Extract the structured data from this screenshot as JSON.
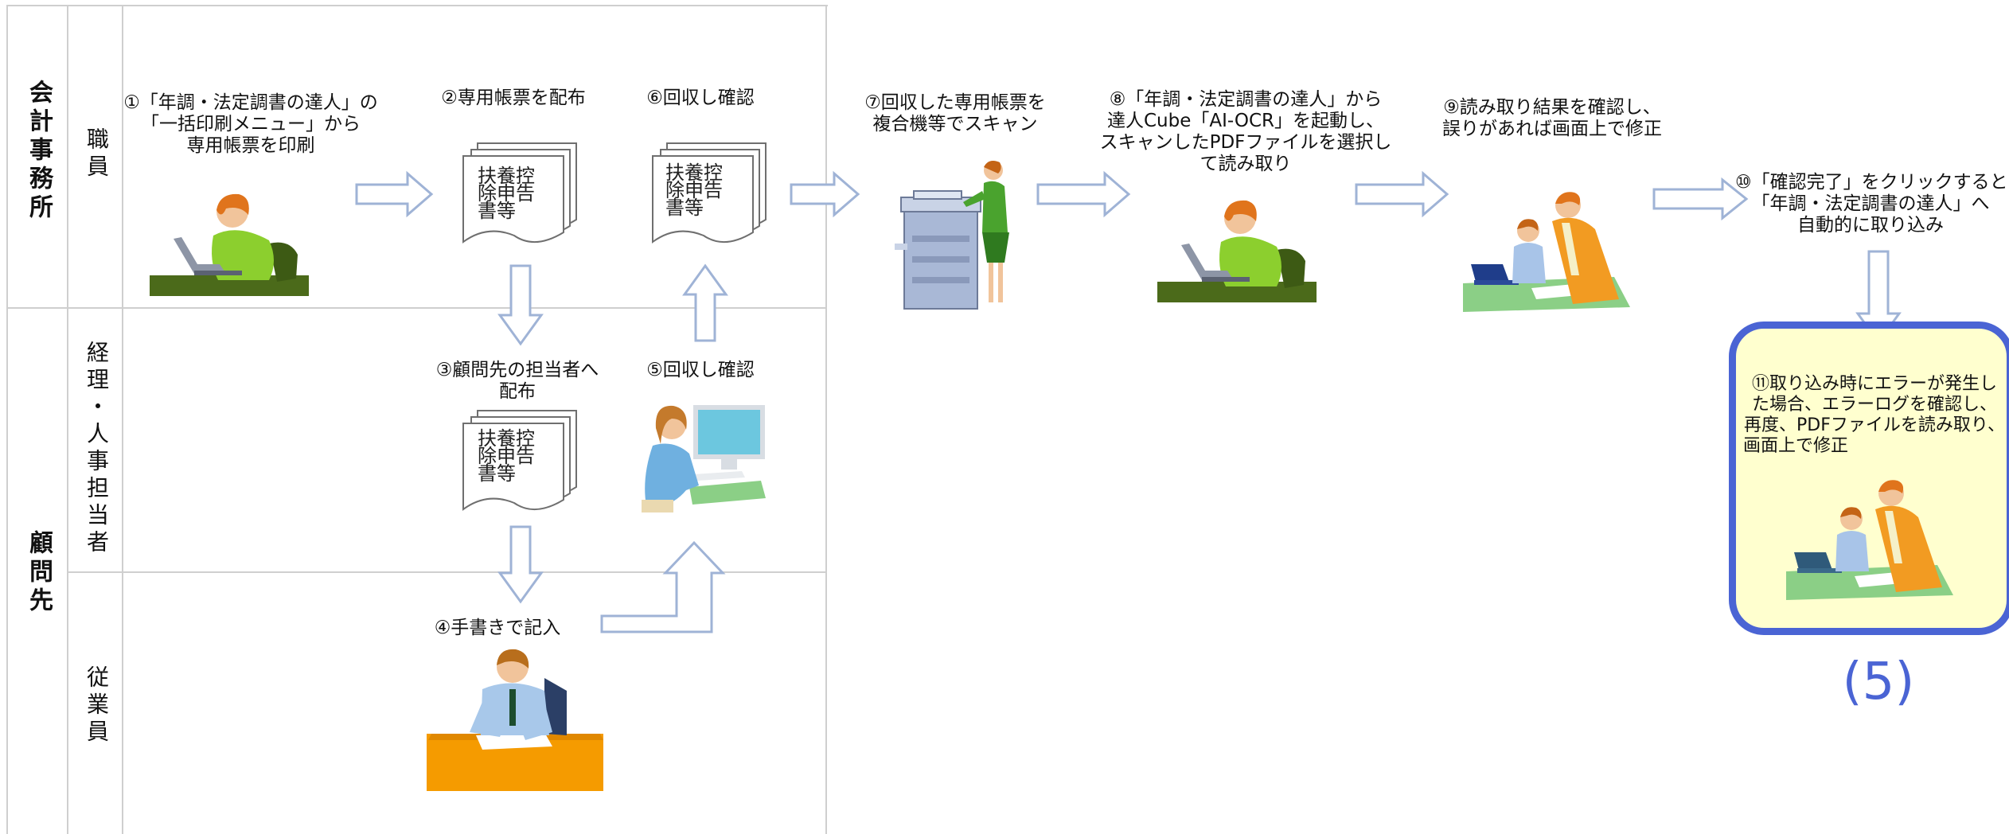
{
  "swimlanes": {
    "office": "会計事務所",
    "client": "顧問先",
    "staff": "職員",
    "accounting_hr": "経理・人事担当者",
    "employee": "従業員"
  },
  "steps": {
    "s1": [
      "①「年調・法定調書の達人」の",
      "「一括印刷メニュー」から",
      "専用帳票を印刷"
    ],
    "s2": [
      "②専用帳票を配布"
    ],
    "s3": [
      "③顧問先の担当者へ",
      "配布"
    ],
    "s4": [
      "④手書きで記入"
    ],
    "s5": [
      "⑤回収し確認"
    ],
    "s6": [
      "⑥回収し確認"
    ],
    "s7": [
      "⑦回収した専用帳票を",
      "複合機等でスキャン"
    ],
    "s8": [
      "⑧「年調・法定調書の達人」から",
      "達人Cube「AI-OCR」を起動し、",
      "スキャンしたPDFファイルを選択し",
      "て読み取り"
    ],
    "s9": [
      "⑨読み取り結果を確認し、",
      "誤りがあれば画面上で修正"
    ],
    "s10": [
      "⑩「確認完了」をクリックすると",
      "「年調・法定調書の達人」へ",
      "自動的に取り込み"
    ],
    "s11": [
      "⑪取り込み時にエラーが発生し",
      "た場合、エラーログを確認し、",
      "再度、PDFファイルを読み取り、",
      "画面上で修正"
    ]
  },
  "document_label": [
    "扶養控",
    "除申告",
    "書等"
  ],
  "page_number": "(5)",
  "colors": {
    "arrow_stroke": "#9fb3d6",
    "highlight_border": "#4a64d4",
    "highlight_fill": "#ffffcf",
    "grid": "#cfcfcf"
  }
}
